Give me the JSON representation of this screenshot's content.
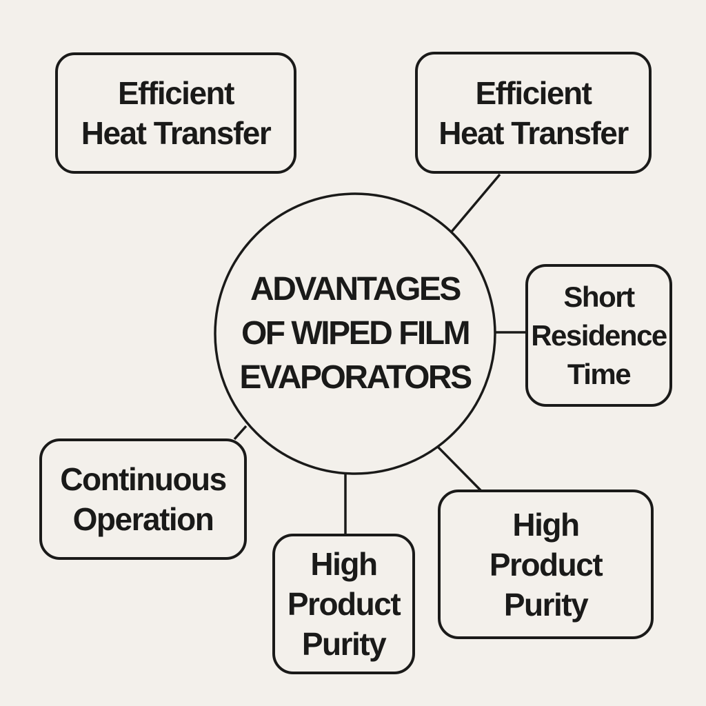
{
  "diagram": {
    "background_color": "#F3F0EB",
    "stroke_color": "#1A1A19",
    "text_color": "#1A1A19",
    "center": {
      "id": "advantages-of-wiped-film-evaporators",
      "label": "ADVANTAGES\nOF WIPED FILM\nEVAPORATORS",
      "shape": "circle"
    },
    "nodes": [
      {
        "id": "efficient-heat-transfer-top-left",
        "label": "Efficient\nHeat Transfer",
        "shape": "rounded-rect",
        "connected_to_center": false
      },
      {
        "id": "efficient-heat-transfer-top-right",
        "label": "Efficient\nHeat Transfer",
        "shape": "rounded-rect",
        "connected_to_center": true
      },
      {
        "id": "short-residence-time",
        "label": "Short\nResidence\nTime",
        "shape": "rounded-rect",
        "connected_to_center": true
      },
      {
        "id": "continuous-operation",
        "label": "Continuous\nOperation",
        "shape": "rounded-rect",
        "connected_to_center": true
      },
      {
        "id": "high-product-purity-bottom-center",
        "label": "High\nProduct\nPurity",
        "shape": "rounded-rect",
        "connected_to_center": true
      },
      {
        "id": "high-product-purity-bottom-right",
        "label": "High\nProduct\nPurity",
        "shape": "rounded-rect",
        "connected_to_center": true
      }
    ]
  }
}
